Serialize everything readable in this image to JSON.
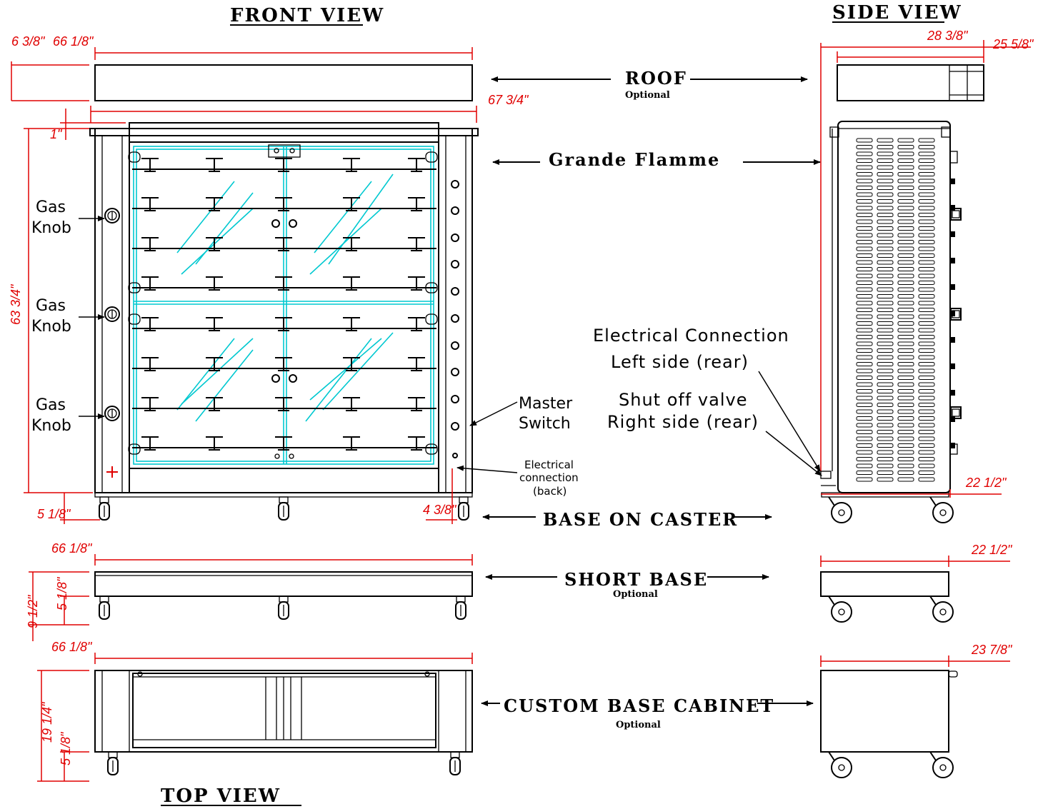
{
  "views": {
    "front": "FRONT VIEW",
    "side": "SIDE VIEW",
    "top": "TOP VIEW"
  },
  "callouts": {
    "roof": "ROOF",
    "roof_note": "Optional",
    "grande_flamme": "Grande Flamme",
    "base_on_caster": "BASE ON CASTER",
    "short_base": "SHORT BASE",
    "short_base_note": "Optional",
    "custom_base_cabinet": "CUSTOM BASE CABINET",
    "custom_base_note": "Optional"
  },
  "labels": {
    "gas_knob_line1": "Gas",
    "gas_knob_line2": "Knob",
    "master_switch_line1": "Master",
    "master_switch_line2": "Switch",
    "elec_back_line1": "Electrical",
    "elec_back_line2": "connection",
    "elec_back_line3": "(back)",
    "elec_conn_line1": "Electrical Connection",
    "elec_conn_line2": "Left side (rear)",
    "shutoff_line1": "Shut off valve",
    "shutoff_line2": "Right side (rear)"
  },
  "dimensions": {
    "roof_height": "6 3/8\"",
    "roof_width": "66 1/8\"",
    "unit_width": "67 3/4\"",
    "top_offset": "1\"",
    "unit_height": "63 3/4\"",
    "caster_height": "5 1/8\"",
    "elec_offset": "4 3/8\"",
    "side_width": "28 3/8\"",
    "side_roof_depth": "25 5/8\"",
    "side_depth": "22 1/2\"",
    "short_base_width": "66 1/8\"",
    "short_base_caster": "5 1/8\"",
    "short_base_height": "9 1/2\"",
    "short_base_depth": "22 1/2\"",
    "cabinet_width": "66 1/8\"",
    "cabinet_height": "19 1/4\"",
    "cabinet_caster": "5 1/8\"",
    "cabinet_depth": "23 7/8\""
  },
  "colors": {
    "dimension": "#e00000",
    "glass": "#00c8d0",
    "outline": "#000000"
  }
}
